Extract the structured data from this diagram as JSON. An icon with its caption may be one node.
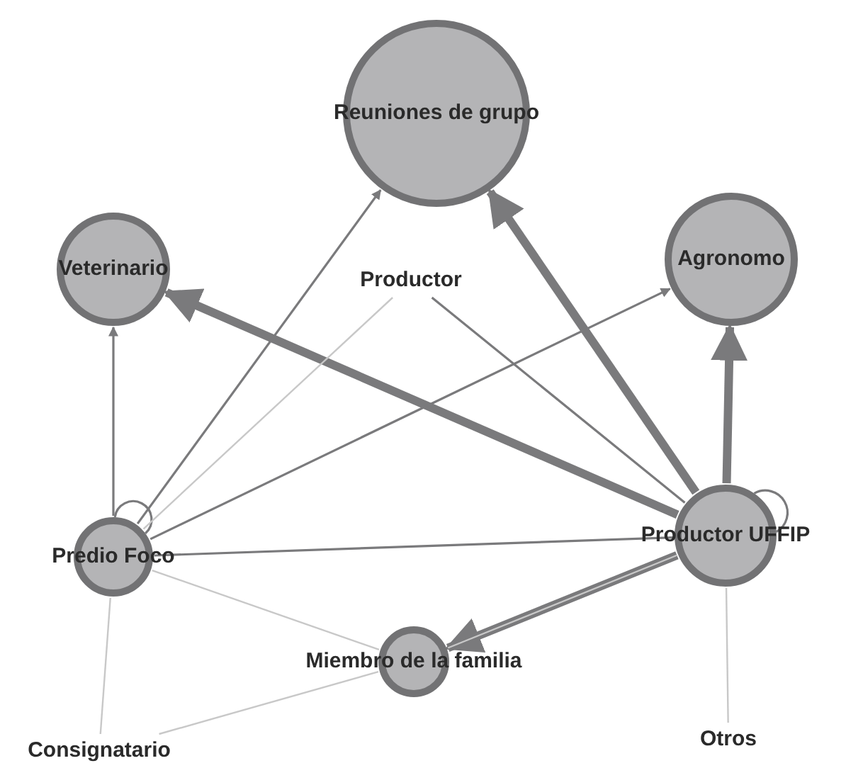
{
  "diagram": {
    "nodes": [
      {
        "text": [
          "Reuniones de grupo"
        ]
      },
      {
        "text": [
          "Veterinario"
        ]
      },
      {
        "text": [
          "Productor"
        ]
      },
      {
        "text": [
          "Agronomo"
        ]
      },
      {
        "text": [
          "Predio Foco"
        ]
      },
      {
        "text": [
          "Productor UFFIP"
        ]
      },
      {
        "text": [
          "Miembro de la familia"
        ]
      },
      {
        "text": [
          "Consignatario"
        ]
      },
      {
        "text": [
          "Otros"
        ]
      }
    ],
    "edges": [
      {
        "from": 4,
        "to": 1,
        "arrow": "to"
      },
      {
        "from": 4,
        "to": 0,
        "arrow": "to"
      },
      {
        "from": 4,
        "to": 3,
        "arrow": "to"
      },
      {
        "from": 4,
        "to": 4,
        "arrow": "none"
      },
      {
        "from": 4,
        "to": 5,
        "arrow": "none"
      },
      {
        "from": 5,
        "to": 1,
        "arrow": "to",
        "style": "thick"
      },
      {
        "from": 5,
        "to": 0,
        "arrow": "to",
        "style": "thick"
      },
      {
        "from": 5,
        "to": 3,
        "arrow": "to",
        "style": "thick"
      },
      {
        "from": 5,
        "to": 5,
        "arrow": "none"
      },
      {
        "from": 5,
        "to": 6,
        "arrow": "to",
        "style": "thick"
      },
      {
        "from": 6,
        "to": 5,
        "arrow": "none",
        "color": "#c8c8c8"
      },
      {
        "from": 2,
        "to": 5,
        "arrow": "none"
      },
      {
        "from": 2,
        "to": 4,
        "arrow": "none",
        "color": "#c8c8c8"
      },
      {
        "from": 4,
        "to": 6,
        "arrow": "none",
        "color": "#c8c8c8"
      },
      {
        "from": 6,
        "to": 7,
        "arrow": "none",
        "color": "#c8c8c8"
      },
      {
        "from": 4,
        "to": 7,
        "arrow": "none",
        "color": "#c8c8c8"
      },
      {
        "from": 5,
        "to": 8,
        "arrow": "none",
        "color": "#c8c8c8"
      }
    ]
  }
}
